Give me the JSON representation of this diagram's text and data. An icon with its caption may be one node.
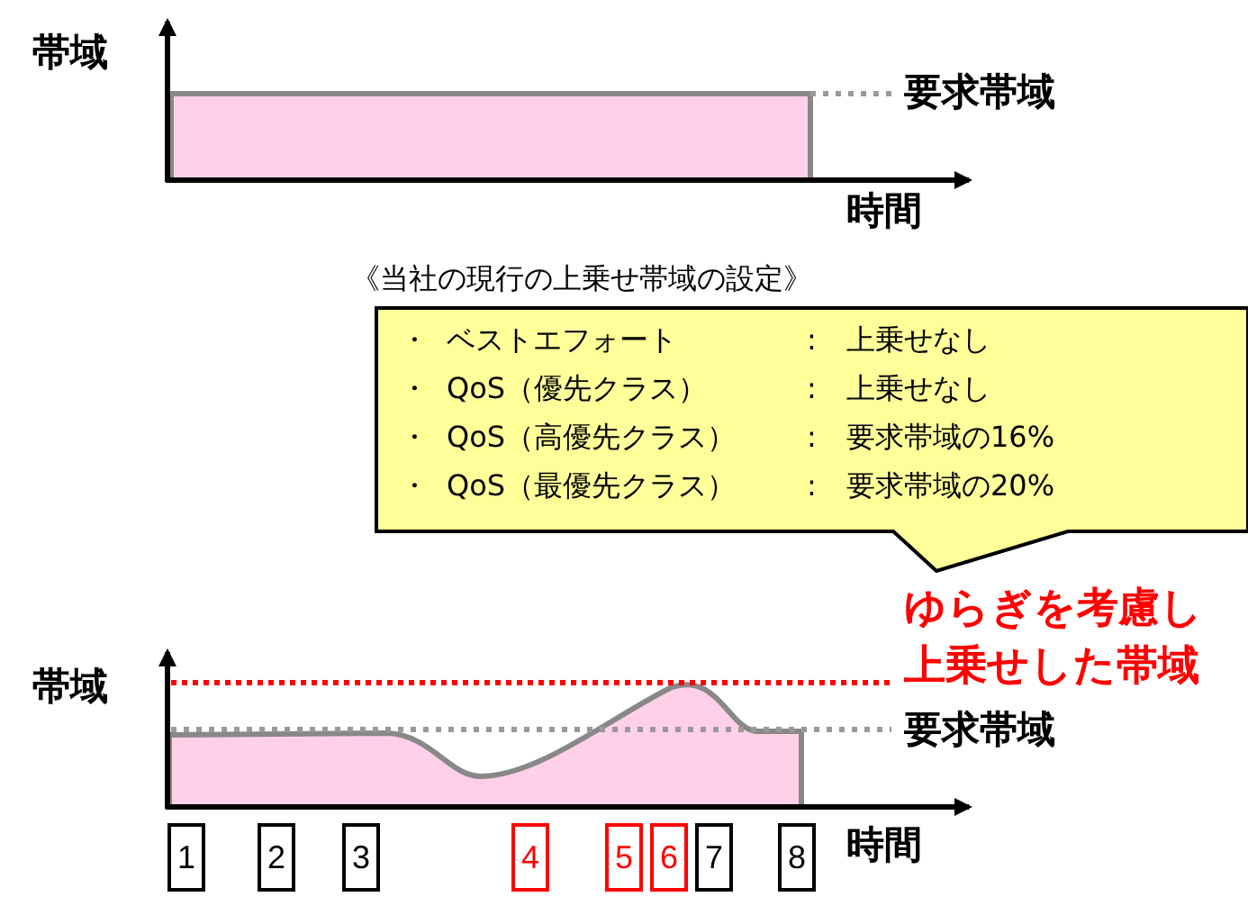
{
  "diagram": {
    "nodes": [
      {
        "text": [
          "・",
          "ベストエフォート",
          ":",
          "上乗せなし",
          "・",
          "QoS（優先クラス）",
          ":",
          "上乗せなし",
          "・",
          "QoS（高優先クラス）",
          ":",
          "要求帯域の16%",
          "・",
          "QoS（最優先クラス）",
          ":",
          "要求帯域の20%"
        ]
      },
      {
        "text": [
          "1"
        ]
      },
      {
        "text": [
          "2"
        ]
      },
      {
        "text": [
          "3"
        ]
      },
      {
        "text": [
          "4"
        ]
      },
      {
        "text": [
          "5"
        ]
      },
      {
        "text": [
          "6"
        ]
      },
      {
        "text": [
          "7"
        ]
      },
      {
        "text": [
          "8"
        ]
      }
    ],
    "edges": [],
    "labels": [
      "帯域",
      "要求帯域",
      "時間",
      "《当社の現行の上乗せ帯域の設定》",
      "ゆらぎを考慮し上乗せした帯域",
      "帯域",
      "要求帯域",
      "時間"
    ]
  }
}
